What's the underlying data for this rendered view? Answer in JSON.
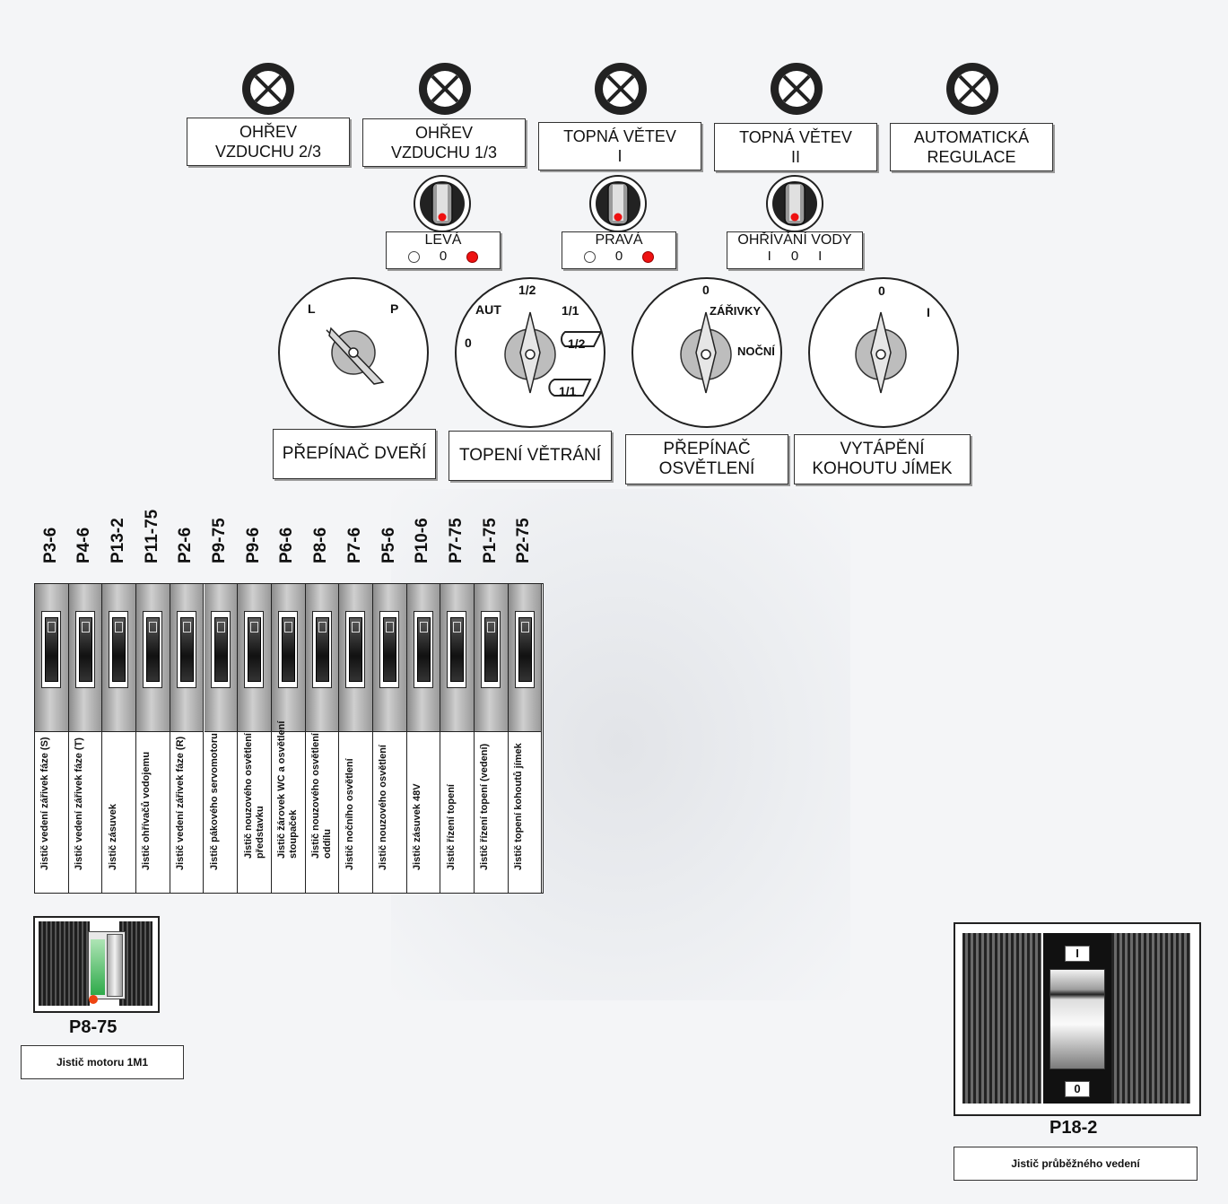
{
  "lamps": [
    {
      "line1": "OHŘEV",
      "line2": "VZDUCHU 2/3"
    },
    {
      "line1": "OHŘEV",
      "line2": "VZDUCHU 1/3"
    },
    {
      "line1": "TOPNÁ VĚTEV",
      "line2": "I"
    },
    {
      "line1": "TOPNÁ VĚTEV",
      "line2": "II"
    },
    {
      "line1": "AUTOMATICKÁ",
      "line2": "REGULACE"
    }
  ],
  "small_switches": [
    {
      "title": "LEVÁ",
      "left": "",
      "mid": "0",
      "right": ""
    },
    {
      "title": "PRAVÁ",
      "left": "",
      "mid": "0",
      "right": ""
    },
    {
      "title": "OHŘÍVÁNÍ VODY",
      "left": "I",
      "mid": "0",
      "right": "I"
    }
  ],
  "rotary": {
    "door": {
      "l": "L",
      "p": "P"
    },
    "heating": {
      "half": "1/2",
      "aut": "AUT",
      "full": "1/1",
      "zero": "0",
      "b1": "1/2",
      "b2": "1/1"
    },
    "light": {
      "zero": "0",
      "zarivky": "ZÁŘIVKY",
      "nocni": "NOČNÍ"
    },
    "sump": {
      "zero": "0",
      "one": "I"
    }
  },
  "rotary_labels": [
    {
      "line1": "PŘEPÍNAČ DVEŘÍ",
      "line2": ""
    },
    {
      "line1": "TOPENÍ VĚTRÁNÍ",
      "line2": ""
    },
    {
      "line1": "PŘEPÍNAČ",
      "line2": "OSVĚTLENÍ"
    },
    {
      "line1": "VYTÁPĚNÍ",
      "line2": "KOHOUTU JÍMEK"
    }
  ],
  "breakers": [
    {
      "code": "P3-6",
      "desc": "Jistič vedení zářivek fáze (S)"
    },
    {
      "code": "P4-6",
      "desc": "Jistič vedení zářivek fáze (T)"
    },
    {
      "code": "P13-2",
      "desc": "Jistič zásuvek"
    },
    {
      "code": "P11-75",
      "desc": "Jistič ohřívačů vodojemu"
    },
    {
      "code": "P2-6",
      "desc": "Jistič vedení zářivek fáze (R)"
    },
    {
      "code": "P9-75",
      "desc": "Jistič pákového servomotoru"
    },
    {
      "code": "P9-6",
      "desc": "Jistič nouzového osvětlení představku"
    },
    {
      "code": "P6-6",
      "desc": "Jistič žárovek WC a osvětlení stoupaček"
    },
    {
      "code": "P8-6",
      "desc": "Jistič nouzového osvětlení oddílu"
    },
    {
      "code": "P7-6",
      "desc": "Jistič nočního osvětlení"
    },
    {
      "code": "P5-6",
      "desc": "Jistič nouzového osvětlení"
    },
    {
      "code": "P10-6",
      "desc": "Jistič zásuvek 48V"
    },
    {
      "code": "P7-75",
      "desc": "Jistič řízení topení"
    },
    {
      "code": "P1-75",
      "desc": "Jistič řízení topení (vedení)"
    },
    {
      "code": "P2-75",
      "desc": "Jistič topení kohoutů jímek"
    }
  ],
  "motor_breaker": {
    "code": "P8-75",
    "desc": "Jistič motoru 1M1"
  },
  "line_breaker": {
    "code": "P18-2",
    "desc": "Jistič průběžného vedení",
    "on": "I",
    "off": "0"
  },
  "colors": {
    "indicator_red": "#e11111",
    "green": "#2eaa4a"
  }
}
